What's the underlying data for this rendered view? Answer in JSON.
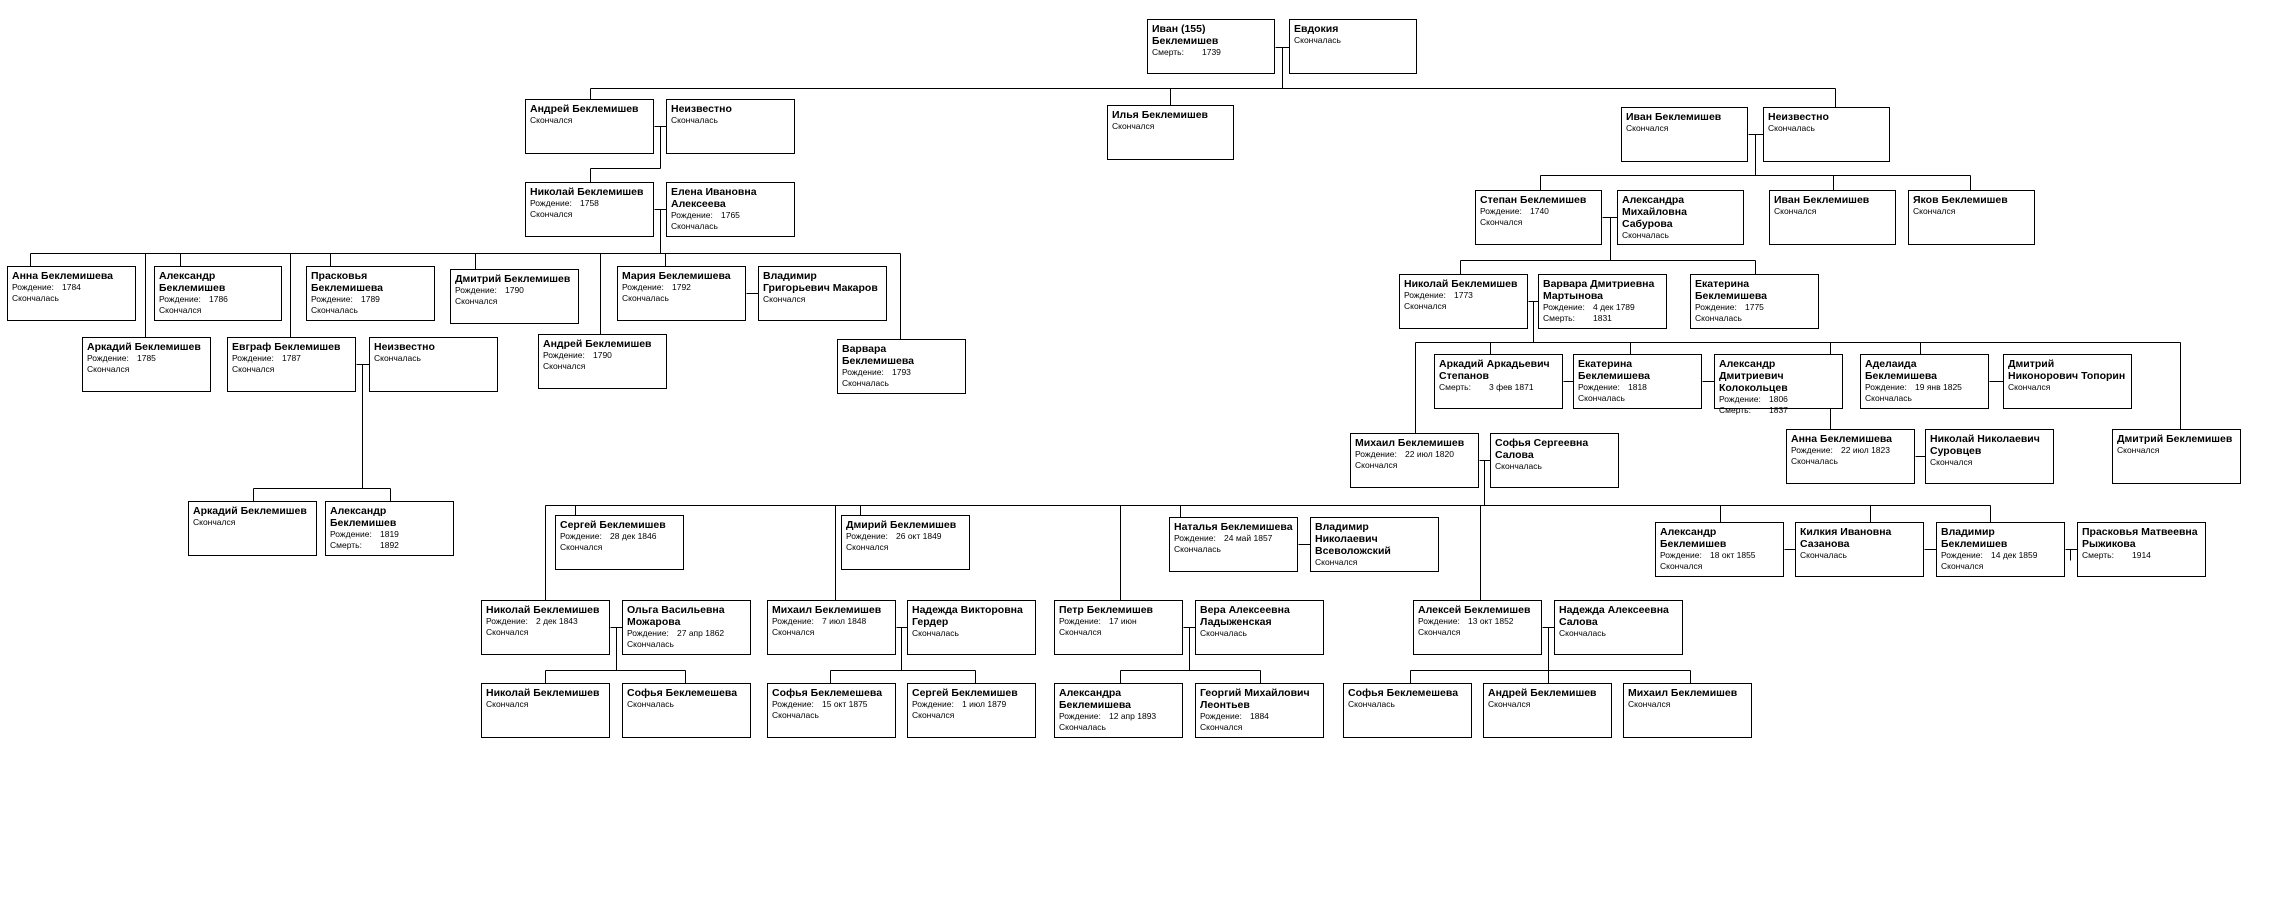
{
  "people": [
    {
      "id": "p1",
      "name": "Иван (155) Беклемишев",
      "lines": [
        {
          "label": "Смерть:",
          "value": "1739"
        }
      ]
    },
    {
      "id": "p2",
      "name": "Евдокия",
      "lines": [
        {
          "label": "Скончалась",
          "value": ""
        }
      ]
    },
    {
      "id": "p3",
      "name": "Андрей Беклемишев",
      "lines": [
        {
          "label": "Скончался",
          "value": ""
        }
      ]
    },
    {
      "id": "p4",
      "name": "Неизвестно",
      "lines": [
        {
          "label": "Скончалась",
          "value": ""
        }
      ]
    },
    {
      "id": "p5",
      "name": "Илья Беклемишев",
      "lines": [
        {
          "label": "Скончался",
          "value": ""
        }
      ]
    },
    {
      "id": "p6",
      "name": "Иван Беклемишев",
      "lines": [
        {
          "label": "Скончался",
          "value": ""
        }
      ]
    },
    {
      "id": "p7",
      "name": "Неизвестно",
      "lines": [
        {
          "label": "Скончалась",
          "value": ""
        }
      ]
    },
    {
      "id": "p8",
      "name": "Николай Беклемишев",
      "lines": [
        {
          "label": "Рождение:",
          "value": "1758"
        },
        {
          "label": "Скончался",
          "value": ""
        }
      ]
    },
    {
      "id": "p9",
      "name": "Елена Ивановна Алексеева",
      "lines": [
        {
          "label": "Рождение:",
          "value": "1765"
        },
        {
          "label": "Скончалась",
          "value": ""
        }
      ]
    },
    {
      "id": "p10",
      "name": "Степан Беклемишев",
      "lines": [
        {
          "label": "Рождение:",
          "value": "1740"
        },
        {
          "label": "Скончался",
          "value": ""
        }
      ]
    },
    {
      "id": "p11",
      "name": "Александра Михайловна Сабурова",
      "lines": [
        {
          "label": "Скончалась",
          "value": ""
        }
      ]
    },
    {
      "id": "p12",
      "name": "Иван Беклемишев",
      "lines": [
        {
          "label": "Скончался",
          "value": ""
        }
      ]
    },
    {
      "id": "p13",
      "name": "Яков Беклемишев",
      "lines": [
        {
          "label": "Скончался",
          "value": ""
        }
      ]
    },
    {
      "id": "p14",
      "name": "Анна Беклемишева",
      "lines": [
        {
          "label": "Рождение:",
          "value": "1784"
        },
        {
          "label": "Скончалась",
          "value": ""
        }
      ]
    },
    {
      "id": "p15",
      "name": "Александр Беклемишев",
      "lines": [
        {
          "label": "Рождение:",
          "value": "1786"
        },
        {
          "label": "Скончался",
          "value": ""
        }
      ]
    },
    {
      "id": "p16",
      "name": "Прасковья Беклемишева",
      "lines": [
        {
          "label": "Рождение:",
          "value": "1789"
        },
        {
          "label": "Скончалась",
          "value": ""
        }
      ]
    },
    {
      "id": "p17",
      "name": "Дмитрий Беклемишев",
      "lines": [
        {
          "label": "Рождение:",
          "value": "1790"
        },
        {
          "label": "Скончался",
          "value": ""
        }
      ]
    },
    {
      "id": "p18",
      "name": "Мария Беклемишева",
      "lines": [
        {
          "label": "Рождение:",
          "value": "1792"
        },
        {
          "label": "Скончалась",
          "value": ""
        }
      ]
    },
    {
      "id": "p19",
      "name": "Владимир Григорьевич Макаров",
      "lines": [
        {
          "label": "Скончался",
          "value": ""
        }
      ]
    },
    {
      "id": "p20",
      "name": "Аркадий Беклемишев",
      "lines": [
        {
          "label": "Рождение:",
          "value": "1785"
        },
        {
          "label": "Скончался",
          "value": ""
        }
      ]
    },
    {
      "id": "p21",
      "name": "Евграф Беклемишев",
      "lines": [
        {
          "label": "Рождение:",
          "value": "1787"
        },
        {
          "label": "Скончался",
          "value": ""
        }
      ]
    },
    {
      "id": "p22",
      "name": "Неизвестно",
      "lines": [
        {
          "label": "Скончалась",
          "value": ""
        }
      ]
    },
    {
      "id": "p23",
      "name": "Андрей Беклемишев",
      "lines": [
        {
          "label": "Рождение:",
          "value": "1790"
        },
        {
          "label": "Скончался",
          "value": ""
        }
      ]
    },
    {
      "id": "p24",
      "name": "Варвара Беклемишева",
      "lines": [
        {
          "label": "Рождение:",
          "value": "1793"
        },
        {
          "label": "Скончалась",
          "value": ""
        }
      ]
    },
    {
      "id": "p25",
      "name": "Николай Беклемишев",
      "lines": [
        {
          "label": "Рождение:",
          "value": "1773"
        },
        {
          "label": "Скончался",
          "value": ""
        }
      ]
    },
    {
      "id": "p26",
      "name": "Варвара Дмитриевна Мартынова",
      "lines": [
        {
          "label": "Рождение:",
          "value": "4 дек 1789"
        },
        {
          "label": "Смерть:",
          "value": "1831"
        }
      ]
    },
    {
      "id": "p27",
      "name": "Екатерина Беклемишева",
      "lines": [
        {
          "label": "Рождение:",
          "value": "1775"
        },
        {
          "label": "Скончалась",
          "value": ""
        }
      ]
    },
    {
      "id": "p28",
      "name": "Аркадий Аркадьевич Степанов",
      "lines": [
        {
          "label": "Смерть:",
          "value": "3 фев 1871"
        }
      ]
    },
    {
      "id": "p29",
      "name": "Екатерина Беклемишева",
      "lines": [
        {
          "label": "Рождение:",
          "value": "1818"
        },
        {
          "label": "Скончалась",
          "value": ""
        }
      ]
    },
    {
      "id": "p30",
      "name": "Александр Дмитриевич Колокольцев",
      "lines": [
        {
          "label": "Рождение:",
          "value": "1806"
        },
        {
          "label": "Смерть:",
          "value": "1837"
        }
      ]
    },
    {
      "id": "p31",
      "name": "Аделаида Беклемишева",
      "lines": [
        {
          "label": "Рождение:",
          "value": "19 янв 1825"
        },
        {
          "label": "Скончалась",
          "value": ""
        }
      ]
    },
    {
      "id": "p32",
      "name": "Дмитрий Никонорович Топорин",
      "lines": [
        {
          "label": "Скончался",
          "value": ""
        }
      ]
    },
    {
      "id": "p33",
      "name": "Михаил Беклемишев",
      "lines": [
        {
          "label": "Рождение:",
          "value": "22 июл 1820"
        },
        {
          "label": "Скончался",
          "value": ""
        }
      ]
    },
    {
      "id": "p34",
      "name": "Софья Сергеевна Салова",
      "lines": [
        {
          "label": "Скончалась",
          "value": ""
        }
      ]
    },
    {
      "id": "p35",
      "name": "Анна Беклемишева",
      "lines": [
        {
          "label": "Рождение:",
          "value": "22 июл 1823"
        },
        {
          "label": "Скончалась",
          "value": ""
        }
      ]
    },
    {
      "id": "p36",
      "name": "Николай Николаевич Суровцев",
      "lines": [
        {
          "label": "Скончался",
          "value": ""
        }
      ]
    },
    {
      "id": "p37",
      "name": "Дмитрий Беклемишев",
      "lines": [
        {
          "label": "Скончался",
          "value": ""
        }
      ]
    },
    {
      "id": "p38",
      "name": "Аркадий Беклемишев",
      "lines": [
        {
          "label": "Скончался",
          "value": ""
        }
      ]
    },
    {
      "id": "p39",
      "name": "Александр Беклемишев",
      "lines": [
        {
          "label": "Рождение:",
          "value": "1819"
        },
        {
          "label": "Смерть:",
          "value": "1892"
        }
      ]
    },
    {
      "id": "p40",
      "name": "Сергей Беклемишев",
      "lines": [
        {
          "label": "Рождение:",
          "value": "28 дек 1846"
        },
        {
          "label": "Скончался",
          "value": ""
        }
      ]
    },
    {
      "id": "p41",
      "name": "Дмирий Беклемишев",
      "lines": [
        {
          "label": "Рождение:",
          "value": "26 окт 1849"
        },
        {
          "label": "Скончался",
          "value": ""
        }
      ]
    },
    {
      "id": "p42",
      "name": "Наталья Беклемишева",
      "lines": [
        {
          "label": "Рождение:",
          "value": "24 май 1857"
        },
        {
          "label": "Скончалась",
          "value": ""
        }
      ]
    },
    {
      "id": "p43",
      "name": "Владимир Николаевич Всеволожский",
      "lines": [
        {
          "label": "Скончался",
          "value": ""
        }
      ]
    },
    {
      "id": "p44",
      "name": "Александр Беклемишев",
      "lines": [
        {
          "label": "Рождение:",
          "value": "18 окт 1855"
        },
        {
          "label": "Скончался",
          "value": ""
        }
      ]
    },
    {
      "id": "p45",
      "name": "Килкия Ивановна Сазанова",
      "lines": [
        {
          "label": "Скончалась",
          "value": ""
        }
      ]
    },
    {
      "id": "p46",
      "name": "Владимир Беклемишев",
      "lines": [
        {
          "label": "Рождение:",
          "value": "14 дек 1859"
        },
        {
          "label": "Скончался",
          "value": ""
        }
      ]
    },
    {
      "id": "p47",
      "name": "Прасковья Матвеевна Рыжикова",
      "lines": [
        {
          "label": "Смерть:",
          "value": "1914"
        }
      ]
    },
    {
      "id": "p48",
      "name": "Николай Беклемишев",
      "lines": [
        {
          "label": "Рождение:",
          "value": "2 дек 1843"
        },
        {
          "label": "Скончался",
          "value": ""
        }
      ]
    },
    {
      "id": "p49",
      "name": "Ольга Васильевна Можарова",
      "lines": [
        {
          "label": "Рождение:",
          "value": "27 апр 1862"
        },
        {
          "label": "Скончалась",
          "value": ""
        }
      ]
    },
    {
      "id": "p50",
      "name": "Михаил Беклемишев",
      "lines": [
        {
          "label": "Рождение:",
          "value": "7 июл 1848"
        },
        {
          "label": "Скончался",
          "value": ""
        }
      ]
    },
    {
      "id": "p51",
      "name": "Надежда Викторовна Гердер",
      "lines": [
        {
          "label": "Скончалась",
          "value": ""
        }
      ]
    },
    {
      "id": "p52",
      "name": "Петр Беклемишев",
      "lines": [
        {
          "label": "Рождение:",
          "value": "17 июн"
        },
        {
          "label": "Скончался",
          "value": ""
        }
      ]
    },
    {
      "id": "p53",
      "name": "Вера Алексеевна Ладыженская",
      "lines": [
        {
          "label": "Скончалась",
          "value": ""
        }
      ]
    },
    {
      "id": "p54",
      "name": "Алексей Беклемишев",
      "lines": [
        {
          "label": "Рождение:",
          "value": "13 окт 1852"
        },
        {
          "label": "Скончался",
          "value": ""
        }
      ]
    },
    {
      "id": "p55",
      "name": "Надежда Алексеевна Салова",
      "lines": [
        {
          "label": "Скончалась",
          "value": ""
        }
      ]
    },
    {
      "id": "p56",
      "name": "Николай Беклемишев",
      "lines": [
        {
          "label": "Скончался",
          "value": ""
        }
      ]
    },
    {
      "id": "p57",
      "name": "Софья Беклемешева",
      "lines": [
        {
          "label": "Скончалась",
          "value": ""
        }
      ]
    },
    {
      "id": "p58",
      "name": "Софья Беклемешева",
      "lines": [
        {
          "label": "Рождение:",
          "value": "15 окт 1875"
        },
        {
          "label": "Скончалась",
          "value": ""
        }
      ]
    },
    {
      "id": "p59",
      "name": "Сергей Беклемишев",
      "lines": [
        {
          "label": "Рождение:",
          "value": "1 июл 1879"
        },
        {
          "label": "Скончался",
          "value": ""
        }
      ]
    },
    {
      "id": "p60",
      "name": "Александра Беклемишева",
      "lines": [
        {
          "label": "Рождение:",
          "value": "12 апр 1893"
        },
        {
          "label": "Скончалась",
          "value": ""
        }
      ]
    },
    {
      "id": "p61",
      "name": "Георгий Михайлович Леонтьев",
      "lines": [
        {
          "label": "Рождение:",
          "value": "1884"
        },
        {
          "label": "Скончался",
          "value": ""
        }
      ]
    },
    {
      "id": "p62",
      "name": "Софья Беклемешева",
      "lines": [
        {
          "label": "Скончалась",
          "value": ""
        }
      ]
    },
    {
      "id": "p63",
      "name": "Андрей Беклемишев",
      "lines": [
        {
          "label": "Скончался",
          "value": ""
        }
      ]
    },
    {
      "id": "p64",
      "name": "Михаил Беклемишев",
      "lines": [
        {
          "label": "Скончался",
          "value": ""
        }
      ]
    }
  ]
}
